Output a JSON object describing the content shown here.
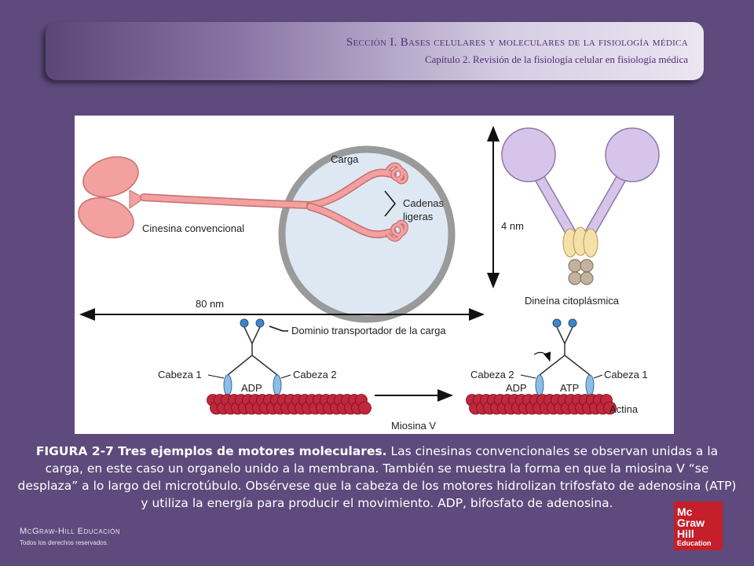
{
  "header": {
    "title": "Sección I.  Bases celulares y moleculares de la fisiología médica",
    "subtitle": "Capítulo 2.  Revisión de la fisiología celular en fisiología médica"
  },
  "figure": {
    "labels": {
      "carga": "Carga",
      "cadenas": "Cadenas",
      "ligeras": "ligeras",
      "cinesina": "Cinesina convencional",
      "nm4": "4 nm",
      "nm80": "80 nm",
      "dineina": "Dineína citoplásmica",
      "dominio": "Dominio transportador de la carga",
      "cabeza1_left": "Cabeza 1",
      "cabeza2_left": "Cabeza 2",
      "adp_left": "ADP",
      "cabeza2_right": "Cabeza 2",
      "cabeza1_right": "Cabeza 1",
      "adp_right": "ADP",
      "atp_right": "ATP",
      "actina": "Actina",
      "miosina": "Miosina V"
    },
    "colors": {
      "kinesin": "#f2a0a0",
      "dynein": "#d7c4ea",
      "actin": "#c0283d",
      "myosin_head": "#8bbde6",
      "membrane": "#9a9a9a"
    }
  },
  "caption": {
    "bold": "FIGURA 2-7 Tres ejemplos de motores moleculares.",
    "text": " Las cinesinas convencionales se observan unidas a la carga, en este caso un organelo unido a la membrana. También se muestra la forma en que la miosina V “se desplaza” a lo largo del microtúbulo. Obsérvese que la cabeza de los motores hidrolizan trifosfato de adenosina (ATP) y utiliza la energía para producir el movimiento. ADP, bifosfato de adenosina."
  },
  "footer": {
    "brand": "McGraw-Hill Educación",
    "rights": "Todos los derechos reservados."
  },
  "logo": {
    "line1": "Mc",
    "line2": "Graw",
    "line3": "Hill",
    "line4": "Education"
  }
}
